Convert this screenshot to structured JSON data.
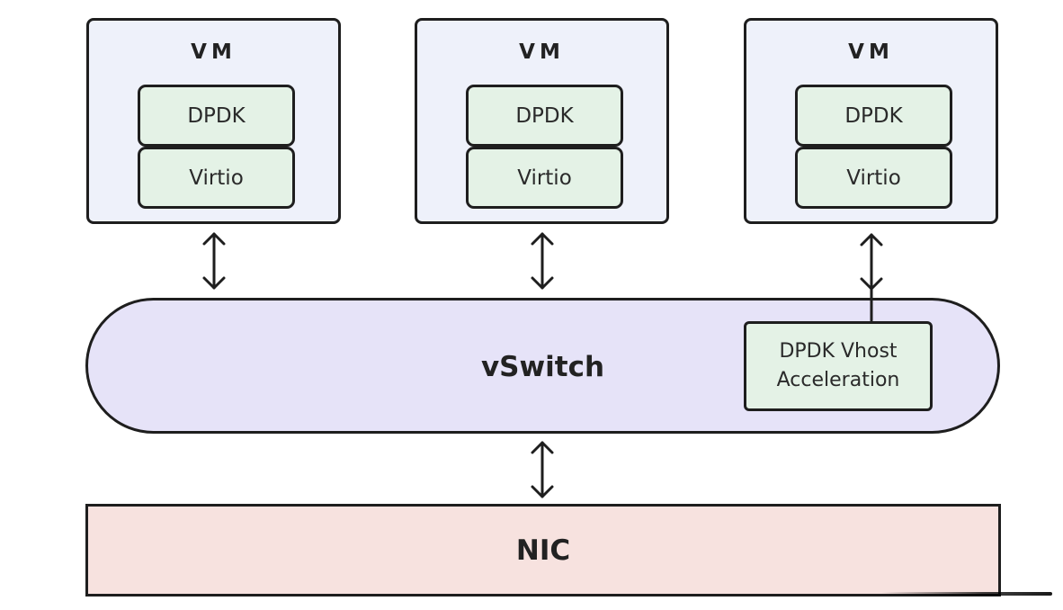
{
  "vms": [
    {
      "title": "VM",
      "modules": [
        "DPDK",
        "Virtio"
      ]
    },
    {
      "title": "VM",
      "modules": [
        "DPDK",
        "Virtio"
      ]
    },
    {
      "title": "VM",
      "modules": [
        "DPDK",
        "Virtio"
      ]
    }
  ],
  "vswitch": {
    "label": "vSwitch",
    "acceleration_label": "DPDK Vhost Acceleration"
  },
  "nic": {
    "label": "NIC"
  },
  "colors": {
    "vm_fill": "#eef1fa",
    "module_fill": "#e4f2e6",
    "vswitch_fill": "#e6e3f8",
    "nic_fill": "#f7e2df",
    "stroke": "#1e1e1e"
  },
  "arrows": [
    "bidirectional",
    "bidirectional",
    "bidirectional",
    "bidirectional"
  ]
}
